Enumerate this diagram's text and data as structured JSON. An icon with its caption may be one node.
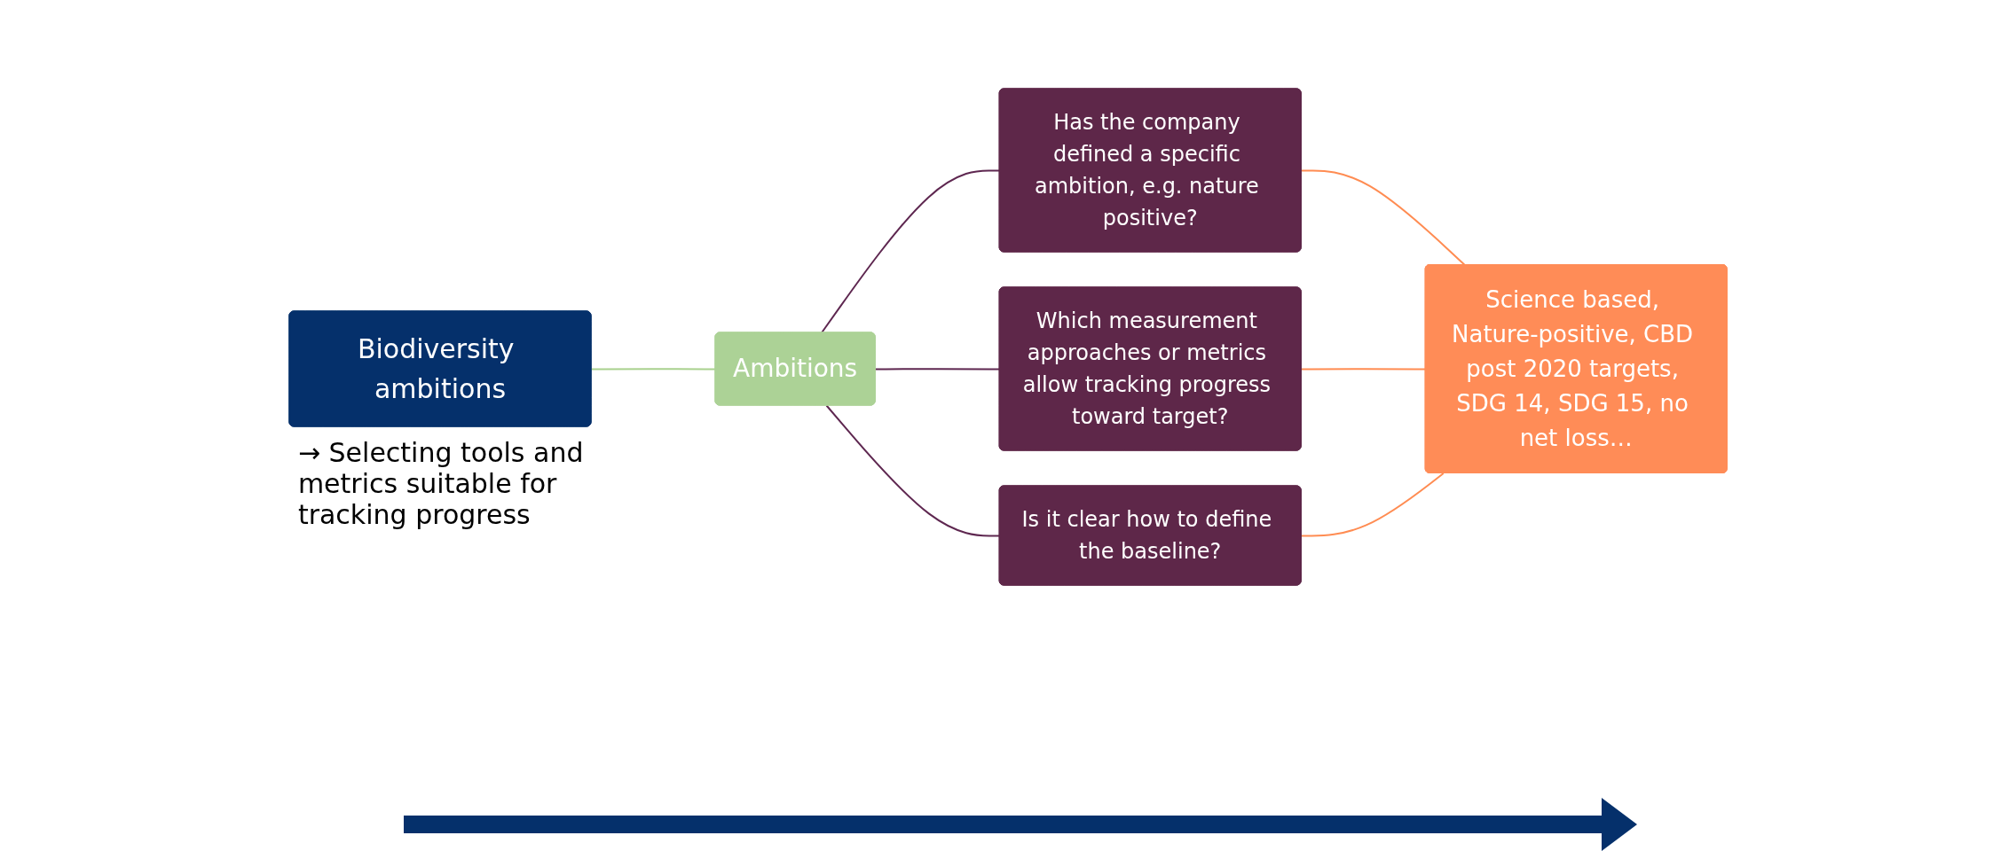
{
  "diagram": {
    "nodes": [
      {
        "text": [
          "Biodiversity ambitions"
        ],
        "beside": [
          "→ Selecting tools and metrics suitable for tracking progress"
        ]
      },
      {
        "text": [
          "Ambitions"
        ]
      },
      {
        "text": [
          "Has the company defined a specific ambition, e.g. nature positive?"
        ]
      },
      {
        "text": [
          "Which measurement approaches or metrics allow tracking progress toward target?"
        ]
      },
      {
        "text": [
          "Is it clear how to define the baseline?"
        ]
      },
      {
        "text": [
          "Science based, Nature-positive, CBD post 2020 targets, SDG 14, SDG 15, no net loss…"
        ]
      }
    ],
    "edges": [
      {
        "from": 0,
        "to": 1,
        "arrow": "none",
        "color": "#a9d18e"
      },
      {
        "from": 1,
        "to": 2,
        "arrow": "none",
        "color": "#5e2750"
      },
      {
        "from": 1,
        "to": 3,
        "arrow": "none",
        "color": "#5e2750"
      },
      {
        "from": 1,
        "to": 4,
        "arrow": "none",
        "color": "#5e2750"
      },
      {
        "from": 2,
        "to": 5,
        "arrow": "none",
        "color": "#ff8c52"
      },
      {
        "from": 3,
        "to": 5,
        "arrow": "none",
        "color": "#ff8c52"
      },
      {
        "from": 4,
        "to": 5,
        "arrow": "none",
        "color": "#ff8c52"
      }
    ]
  }
}
